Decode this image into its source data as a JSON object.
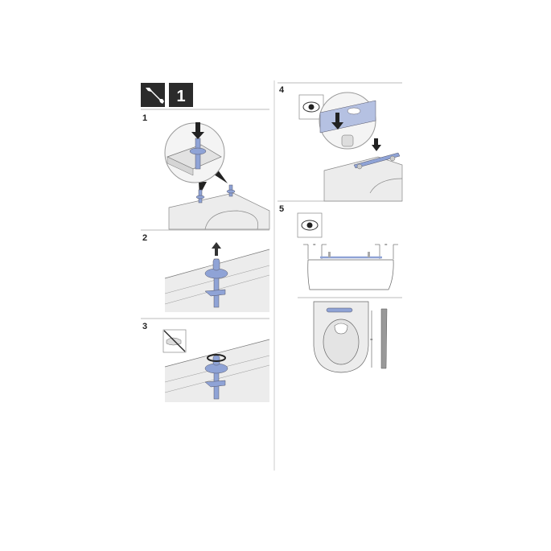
{
  "header": {
    "tool_icon": "wrench-icon",
    "step_badge": "1"
  },
  "steps": [
    {
      "number": "1"
    },
    {
      "number": "2"
    },
    {
      "number": "3",
      "icon": "no-wrench-icon"
    },
    {
      "number": "4",
      "icon": "eye-icon"
    },
    {
      "number": "5",
      "icon": "eye-icon"
    }
  ],
  "dimension_marks": {
    "equal": "="
  },
  "colors": {
    "part_blue": "#8fa3d6",
    "panel_gray": "#ececec",
    "badge_dark": "#2b2b2b",
    "rule": "#bbbbbb"
  }
}
